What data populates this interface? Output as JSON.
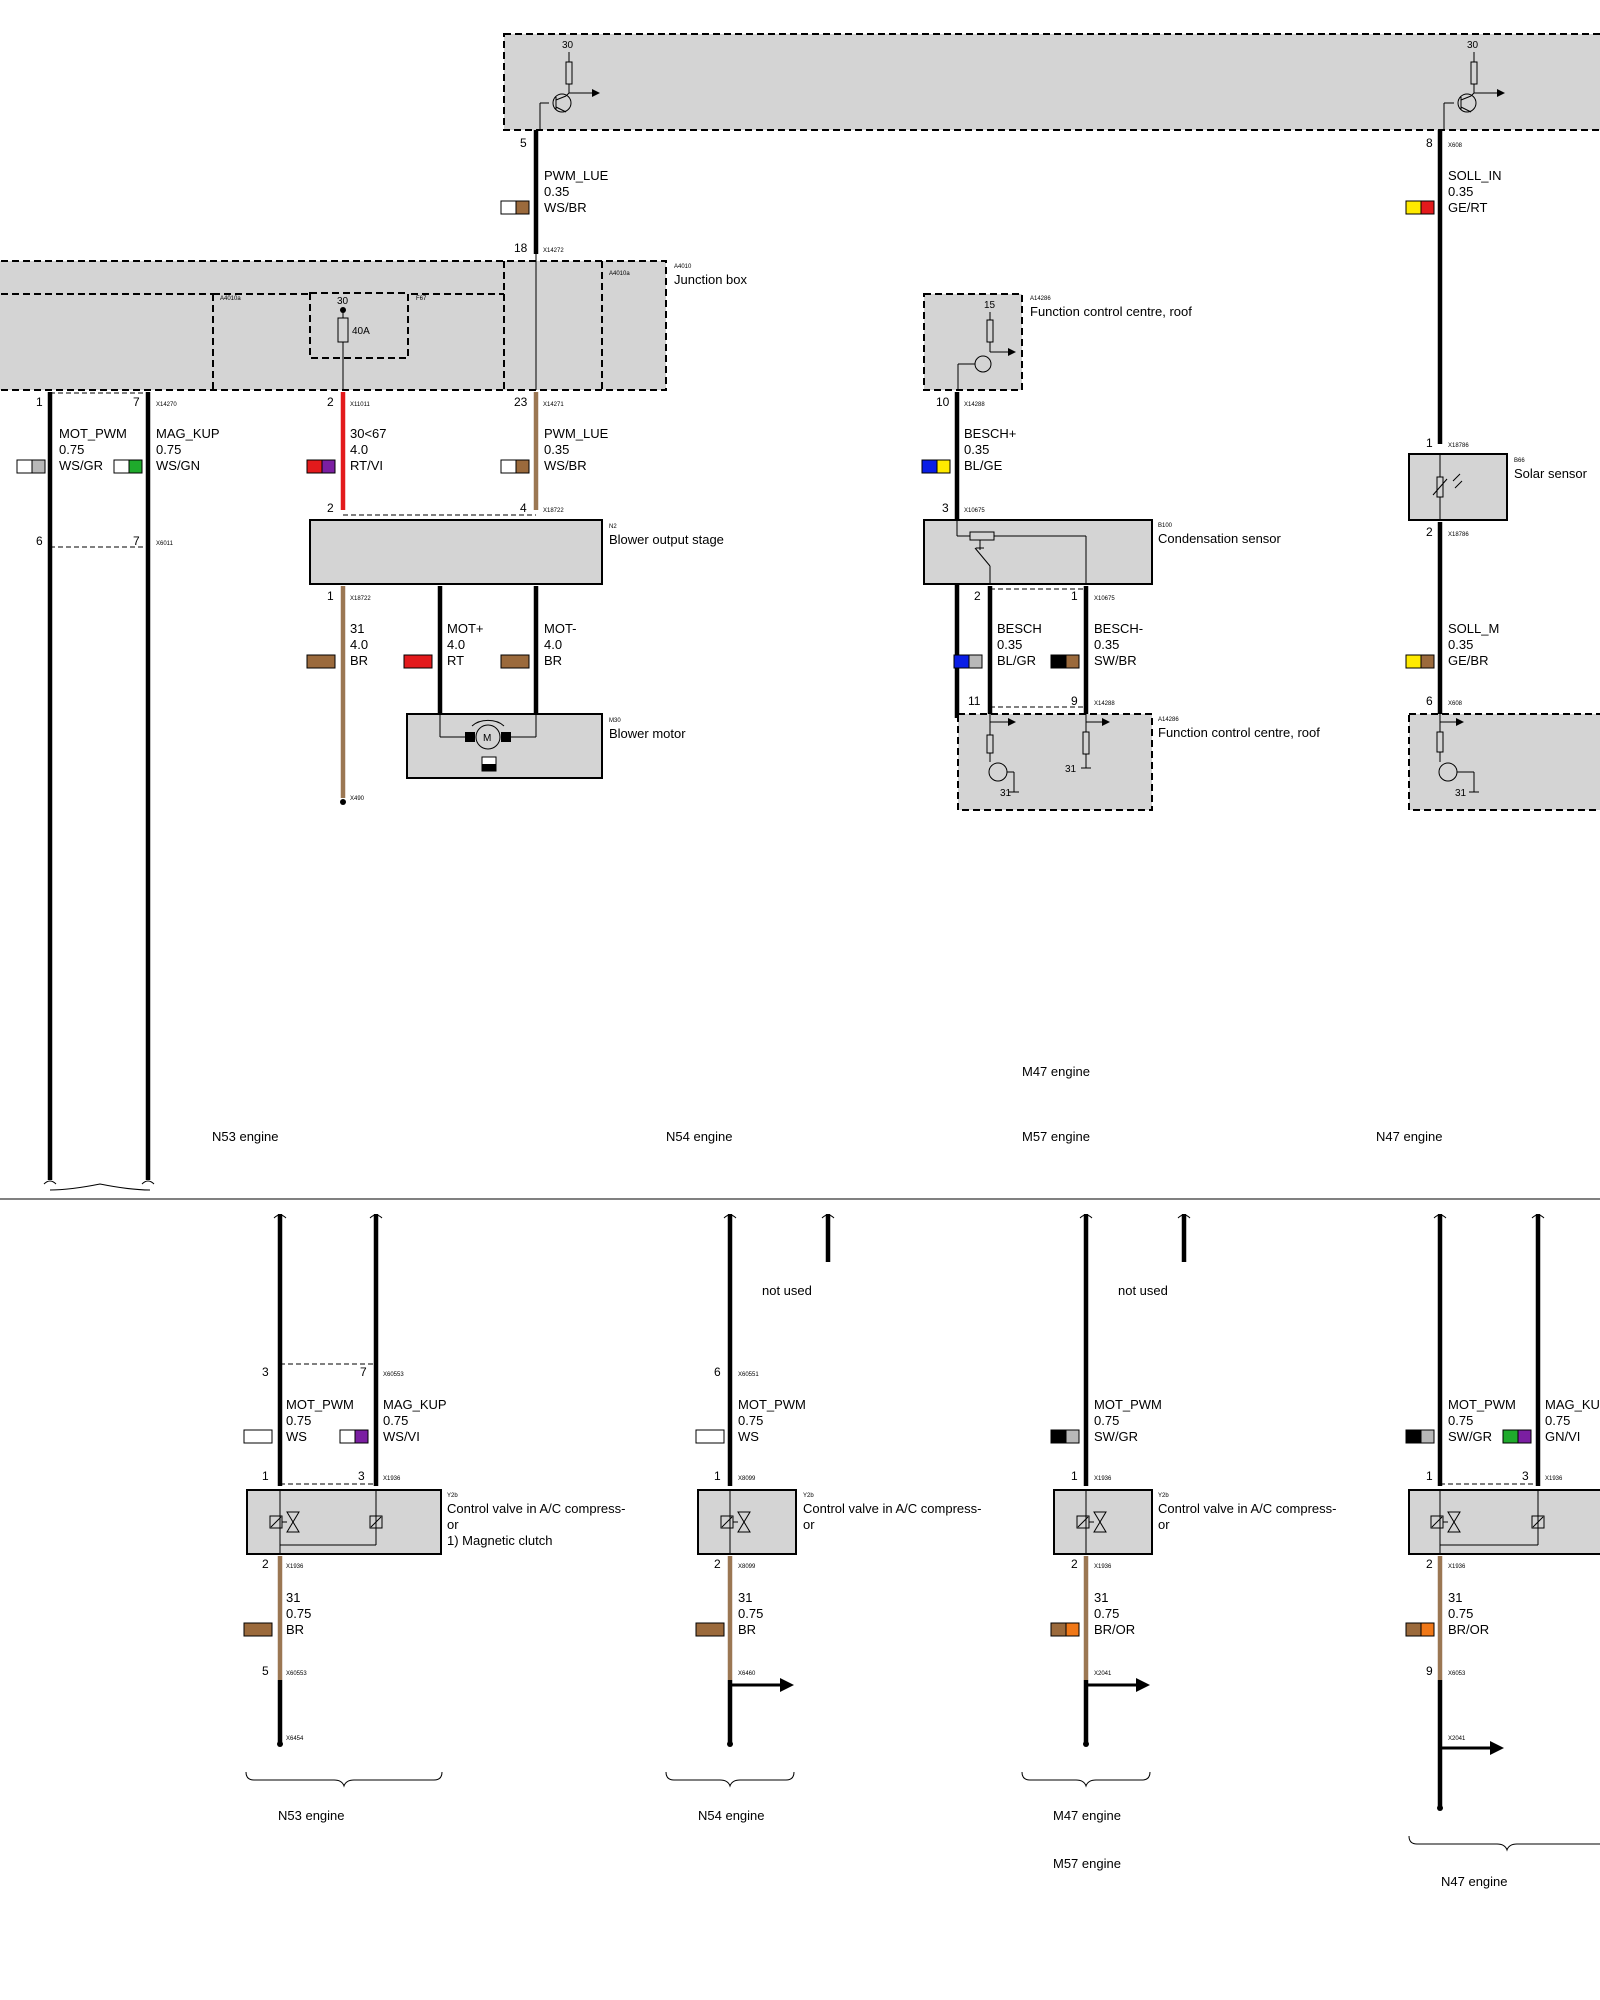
{
  "modules": {
    "junction_box_code": "A4010",
    "junction_box_sub": "A4010a",
    "junction_box_name": "Junction box",
    "fuse_code": "F67",
    "fuse_rating": "40A",
    "blower_stage_code": "N2",
    "blower_stage_name": "Blower output stage",
    "blower_motor_code": "M30",
    "blower_motor_name": "Blower motor",
    "fcc_code": "A14286",
    "fcc_name": "Function control centre, roof",
    "cond_code": "B100",
    "cond_name": "Condensation sensor",
    "solar_code": "B66",
    "solar_name": "Solar sensor",
    "valve_code": "Y2b",
    "valve_name_line1": "Control valve in A/C compress-",
    "valve_name_line2": "or",
    "magnetic_clutch": "1)    Magnetic clutch",
    "motor_letter": "M"
  },
  "terminals": {
    "t30": "30",
    "t15": "15",
    "t31": "31"
  },
  "connectors": {
    "x608": "X608",
    "x14272": "X14272",
    "x14270": "X14270",
    "x11011": "X11011",
    "x14271": "X14271",
    "x6011": "X6011",
    "x18722": "X18722",
    "x490": "X490",
    "x14288": "X14288",
    "x10675": "X10675",
    "x18786": "X18786",
    "x60553": "X60553",
    "x1936": "X1936",
    "x6454": "X6454",
    "x60551": "X60551",
    "x8099": "X8099",
    "x6460": "X6460",
    "x2041": "X2041",
    "x6053": "X6053"
  },
  "pins": {
    "p1": "1",
    "p2": "2",
    "p3": "3",
    "p4": "4",
    "p5": "5",
    "p6": "6",
    "p7": "7",
    "p8": "8",
    "p9": "9",
    "p10": "10",
    "p11": "11",
    "p18": "18",
    "p23": "23"
  },
  "wires": {
    "pwm_lue_top": {
      "name": "PWM_LUE",
      "size": "0.35",
      "color": "WS/BR"
    },
    "soll_in": {
      "name": "SOLL_IN",
      "size": "0.35",
      "color": "GE/RT"
    },
    "mot_pwm_top": {
      "name": "MOT_PWM",
      "size": "0.75",
      "color": "WS/GR"
    },
    "mag_kup_top": {
      "name": "MAG_KUP",
      "size": "0.75",
      "color": "WS/GN"
    },
    "w30_67": {
      "name": "30<67",
      "size": "4.0",
      "color": "RT/VI"
    },
    "pwm_lue_mid": {
      "name": "PWM_LUE",
      "size": "0.35",
      "color": "WS/BR"
    },
    "besch_plus_top": {
      "name": "BESCH+",
      "size": "0.35",
      "color": "BL/GE"
    },
    "w31_blower": {
      "name": "31",
      "size": "4.0",
      "color": "BR"
    },
    "mot_plus": {
      "name": "MOT+",
      "size": "4.0",
      "color": "RT"
    },
    "mot_minus": {
      "name": "MOT-",
      "size": "4.0",
      "color": "BR"
    },
    "besch_plus": {
      "name": "BESCH",
      "size": "0.35",
      "color": "BL/GR"
    },
    "besch_minus": {
      "name": "BESCH-",
      "size": "0.35",
      "color": "SW/BR"
    },
    "soll_m": {
      "name": "SOLL_M",
      "size": "0.35",
      "color": "GE/BR"
    },
    "n53_mot": {
      "name": "MOT_PWM",
      "size": "0.75",
      "color": "WS"
    },
    "n53_mag": {
      "name": "MAG_KUP",
      "size": "0.75",
      "color": "WS/VI"
    },
    "n53_gnd": {
      "name": "31",
      "size": "0.75",
      "color": "BR"
    },
    "n54_mot": {
      "name": "MOT_PWM",
      "size": "0.75",
      "color": "WS"
    },
    "n54_gnd": {
      "name": "31",
      "size": "0.75",
      "color": "BR"
    },
    "m47_mot": {
      "name": "MOT_PWM",
      "size": "0.75",
      "color": "SW/GR"
    },
    "m47_gnd": {
      "name": "31",
      "size": "0.75",
      "color": "BR/OR"
    },
    "n47_mot": {
      "name": "MOT_PWM",
      "size": "0.75",
      "color": "SW/GR"
    },
    "n47_mag": {
      "name": "MAG_KUP",
      "size": "0.75",
      "color": "GN/VI"
    },
    "n47_gnd": {
      "name": "31",
      "size": "0.75",
      "color": "BR/OR"
    }
  },
  "swatch_colors": {
    "WS": "#ffffff",
    "GR": "#b8b8b8",
    "GN": "#1faa2c",
    "BR": "#9b6a3c",
    "RT": "#e31a1c",
    "VI": "#7b1fa2",
    "GE": "#ffea00",
    "BL": "#0a1ee6",
    "SW": "#000000",
    "OR": "#f07818"
  },
  "engines": {
    "n53": "N53 engine",
    "n54": "N54 engine",
    "m47": "M47 engine",
    "m57": "M57 engine",
    "n47": "N47 engine"
  },
  "notes": {
    "not_used": "not used"
  }
}
